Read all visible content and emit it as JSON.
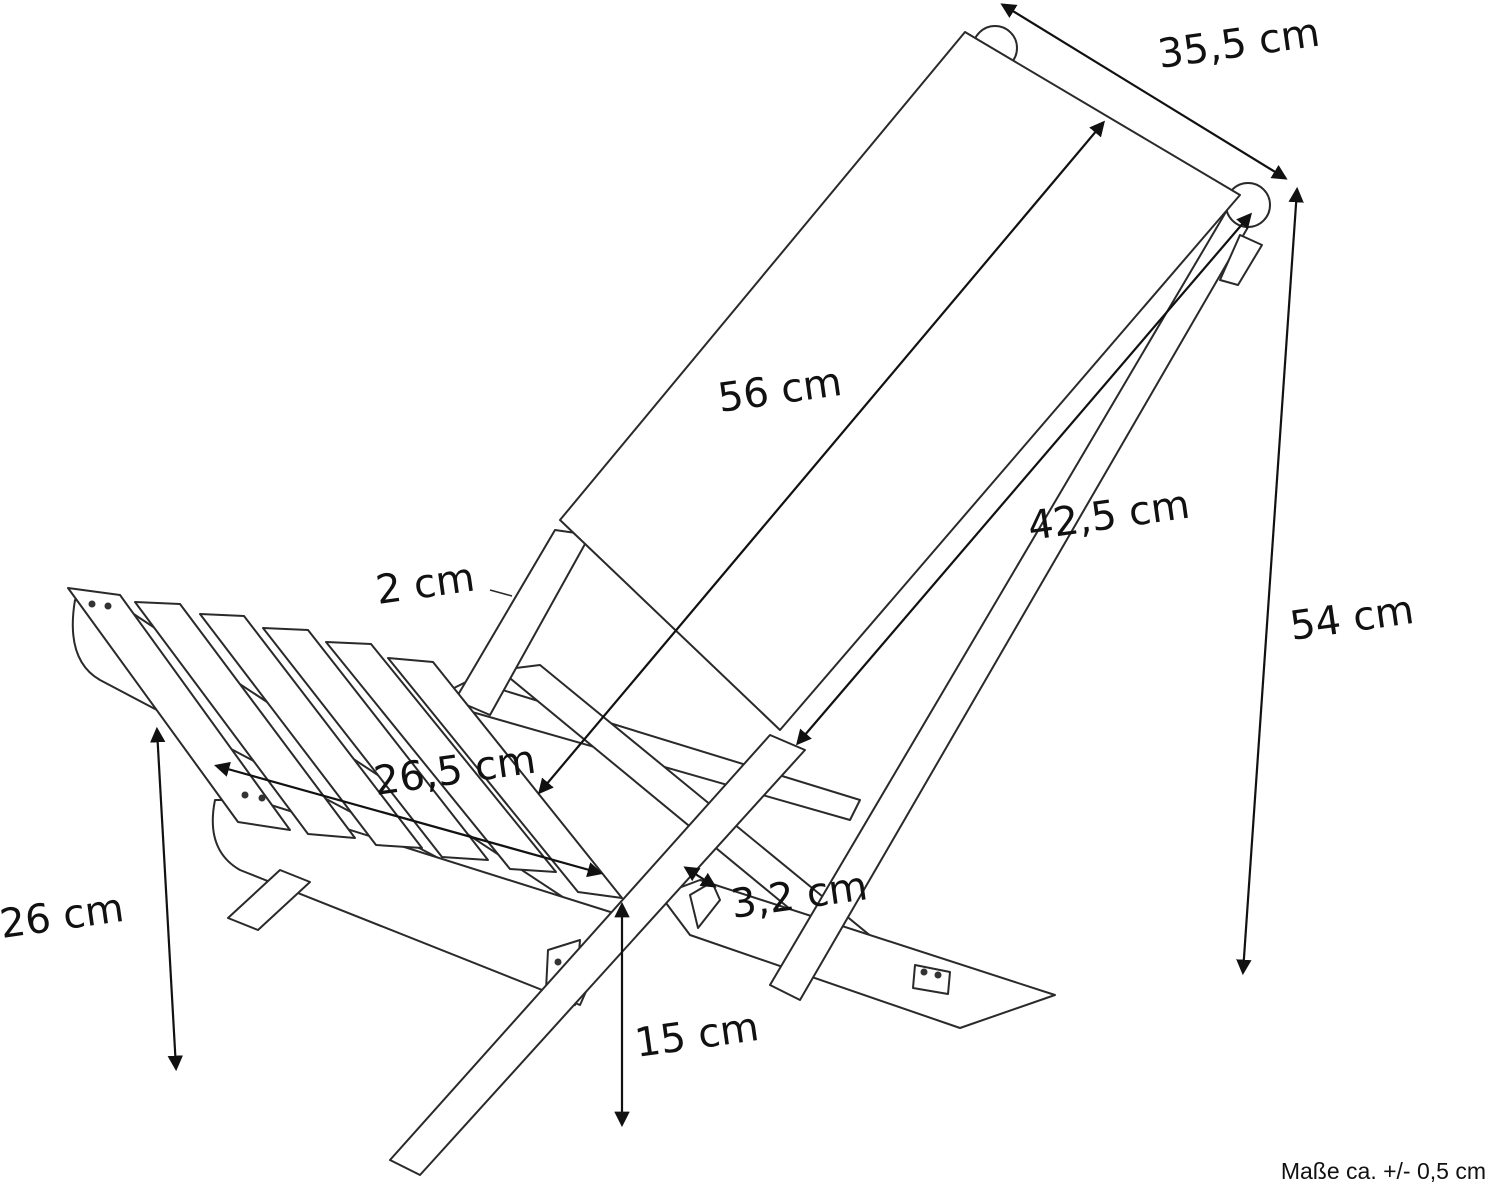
{
  "diagram": {
    "dimensions": [
      {
        "id": "top-width",
        "label": "35,5 cm"
      },
      {
        "id": "backrest-length",
        "label": "56 cm"
      },
      {
        "id": "side-length",
        "label": "42,5 cm"
      },
      {
        "id": "total-height",
        "label": "54 cm"
      },
      {
        "id": "frame-thickness",
        "label": "2 cm"
      },
      {
        "id": "seat-depth",
        "label": "26,5 cm"
      },
      {
        "id": "seat-height",
        "label": "26 cm"
      },
      {
        "id": "front-height",
        "label": "15 cm"
      },
      {
        "id": "leg-width",
        "label": "3,2 cm"
      }
    ],
    "tolerance_note": "Maße ca. +/- 0,5 cm",
    "colors": {
      "line": "#2a2a2a",
      "arrow": "#111111",
      "background": "#ffffff"
    }
  }
}
